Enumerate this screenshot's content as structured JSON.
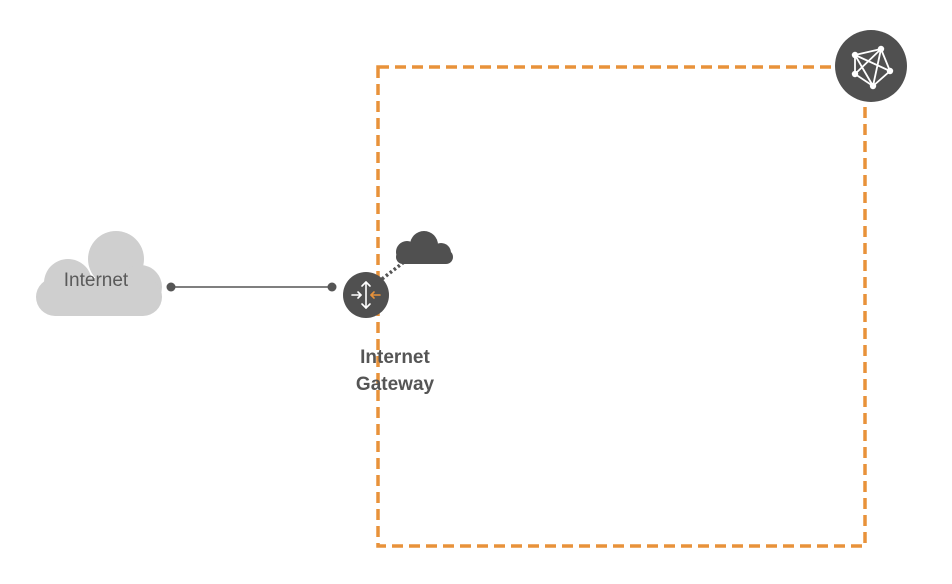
{
  "internet": {
    "label": "Internet"
  },
  "gateway": {
    "line1": "Internet",
    "line2": "Gateway"
  },
  "colors": {
    "vpc_border": "#e8923a",
    "icon_dark": "#505050",
    "cloud_light": "#cfcfcf",
    "connector": "#555555",
    "accent_arrow": "#e8923a"
  },
  "icons": [
    "internet-cloud-icon",
    "internet-gateway-icon",
    "service-cloud-icon",
    "network-mesh-icon"
  ]
}
